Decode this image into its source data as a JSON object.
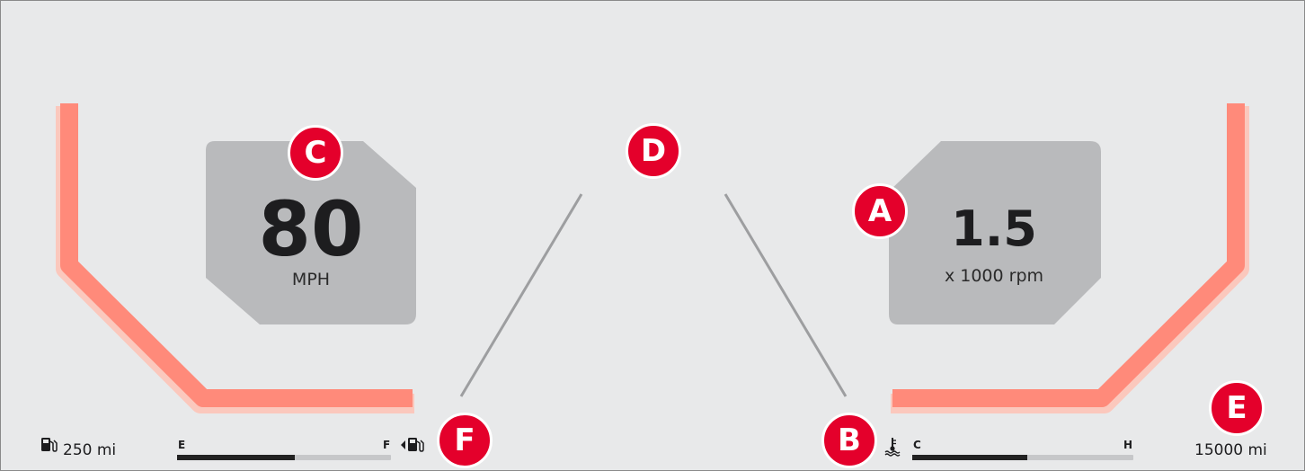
{
  "speedometer": {
    "value": "80",
    "unit": "MPH"
  },
  "tachometer": {
    "value": "1.5",
    "unit": "x 1000 rpm"
  },
  "fuel": {
    "range": "250 mi",
    "empty_label": "E",
    "full_label": "F",
    "level": 0.55,
    "icon": "fuel-pump-icon",
    "door_icon": "fuel-door-side-icon"
  },
  "temperature": {
    "cold_label": "C",
    "hot_label": "H",
    "level": 0.52,
    "icon": "coolant-temperature-icon"
  },
  "odometer": {
    "value": "15000 mi"
  },
  "callouts": {
    "a": "A",
    "b": "B",
    "c": "C",
    "d": "D",
    "e": "E",
    "f": "F"
  },
  "colors": {
    "background": "#e8e9ea",
    "arc": "#ff8a7a",
    "arc_shadow": "#fbc8bd",
    "readout_box": "#b9babc",
    "callout": "#e4002b",
    "divider_line": "#9d9ea0",
    "bar_fill": "#222222",
    "bar_track": "#c6c7c9"
  }
}
